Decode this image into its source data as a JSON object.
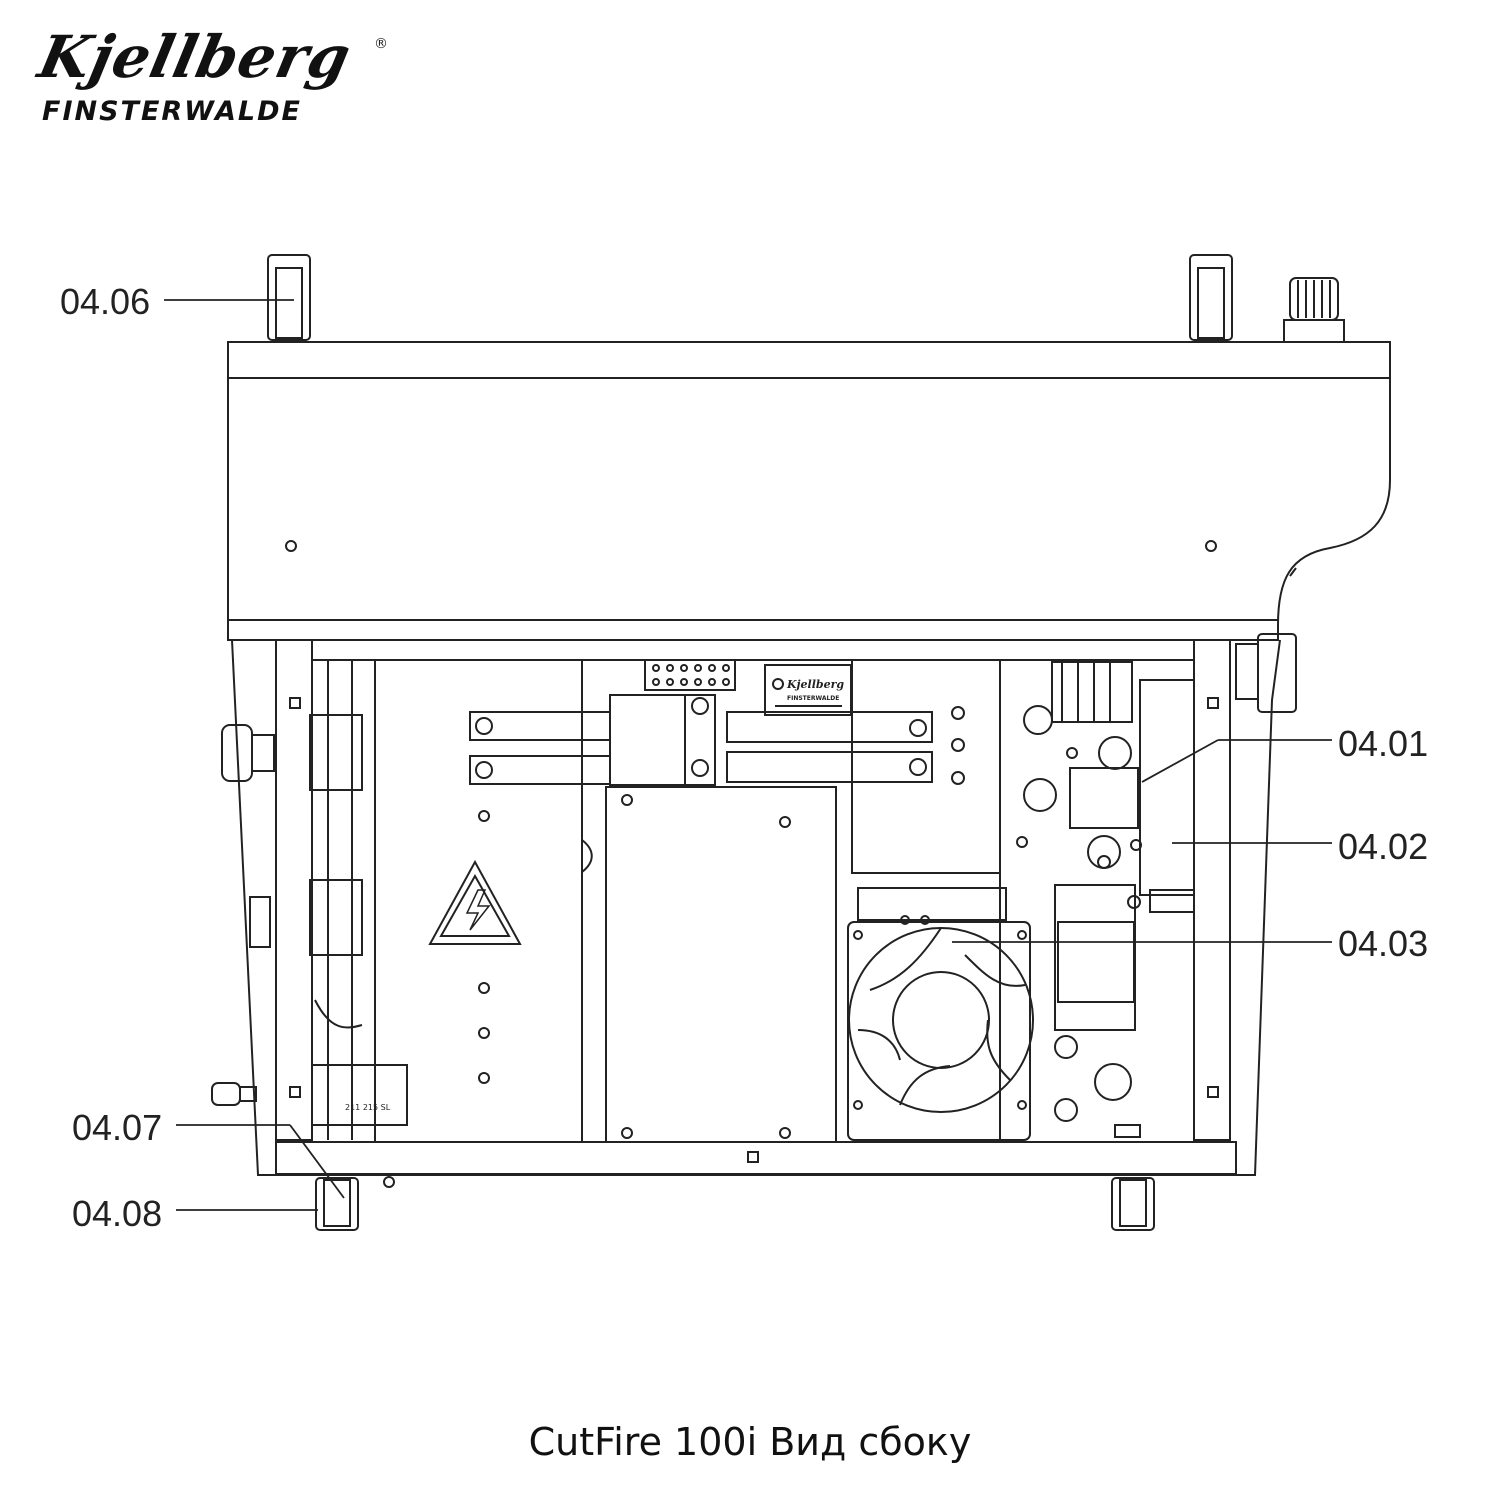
{
  "logo": {
    "brand": "Kjellberg",
    "registered": "®",
    "location": "FINSTERWALDE",
    "panel_brand": "Kjellberg",
    "panel_location": "FINSTERWALDE"
  },
  "callouts": {
    "c0406": "04.06",
    "c0401": "04.01",
    "c0402": "04.02",
    "c0403": "04.03",
    "c0407": "04.07",
    "c0408": "04.08"
  },
  "caption": "CutFire 100i Вид сбоку",
  "colors": {
    "line": "#222222",
    "background": "#ffffff"
  }
}
